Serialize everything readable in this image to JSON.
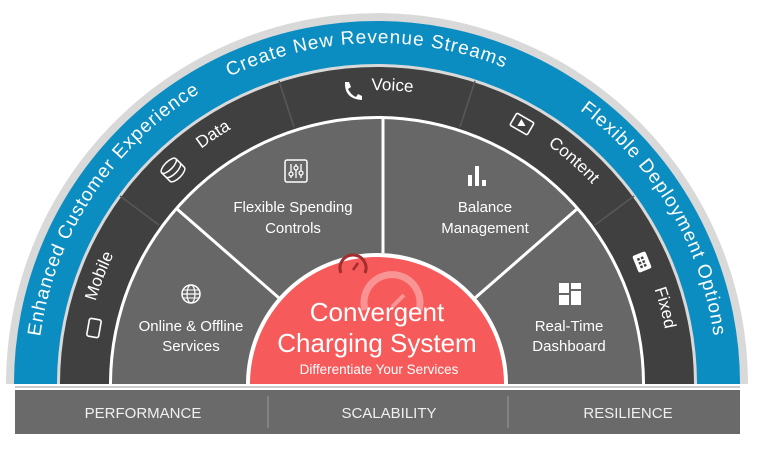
{
  "outer_ring": {
    "benefits": [
      "Enhanced Customer Experience",
      "Create New Revenue Streams",
      "Flexible Deployment Options"
    ]
  },
  "service_ring": {
    "items": [
      {
        "label": "Mobile",
        "icon": "mobile-icon"
      },
      {
        "label": "Data",
        "icon": "database-icon"
      },
      {
        "label": "Voice",
        "icon": "phone-icon"
      },
      {
        "label": "Content",
        "icon": "media-icon"
      },
      {
        "label": "Fixed",
        "icon": "fixed-phone-icon"
      }
    ]
  },
  "feature_ring": {
    "items": [
      {
        "line1": "Online & Offline",
        "line2": "Services",
        "icon": "globe-icon"
      },
      {
        "line1": "Flexible Spending",
        "line2": "Controls",
        "icon": "sliders-icon"
      },
      {
        "line1": "Balance",
        "line2": "Management",
        "icon": "bar-chart-icon"
      },
      {
        "line1": "Real-Time",
        "line2": "Dashboard",
        "icon": "dashboard-icon"
      }
    ]
  },
  "core": {
    "title_line1": "Convergent",
    "title_line2": "Charging System",
    "subtitle": "Differentiate Your Services",
    "icon": "speedometer-icon"
  },
  "foundation": {
    "items": [
      "PERFORMANCE",
      "SCALABILITY",
      "RESILIENCE"
    ]
  },
  "colors": {
    "outer_gray": "#d9d9d9",
    "blue": "#0b8dc1",
    "dark_ring": "#404040",
    "feature_ring": "#676767",
    "core_red": "#f65a5a",
    "bar": "#6a6a6a"
  }
}
